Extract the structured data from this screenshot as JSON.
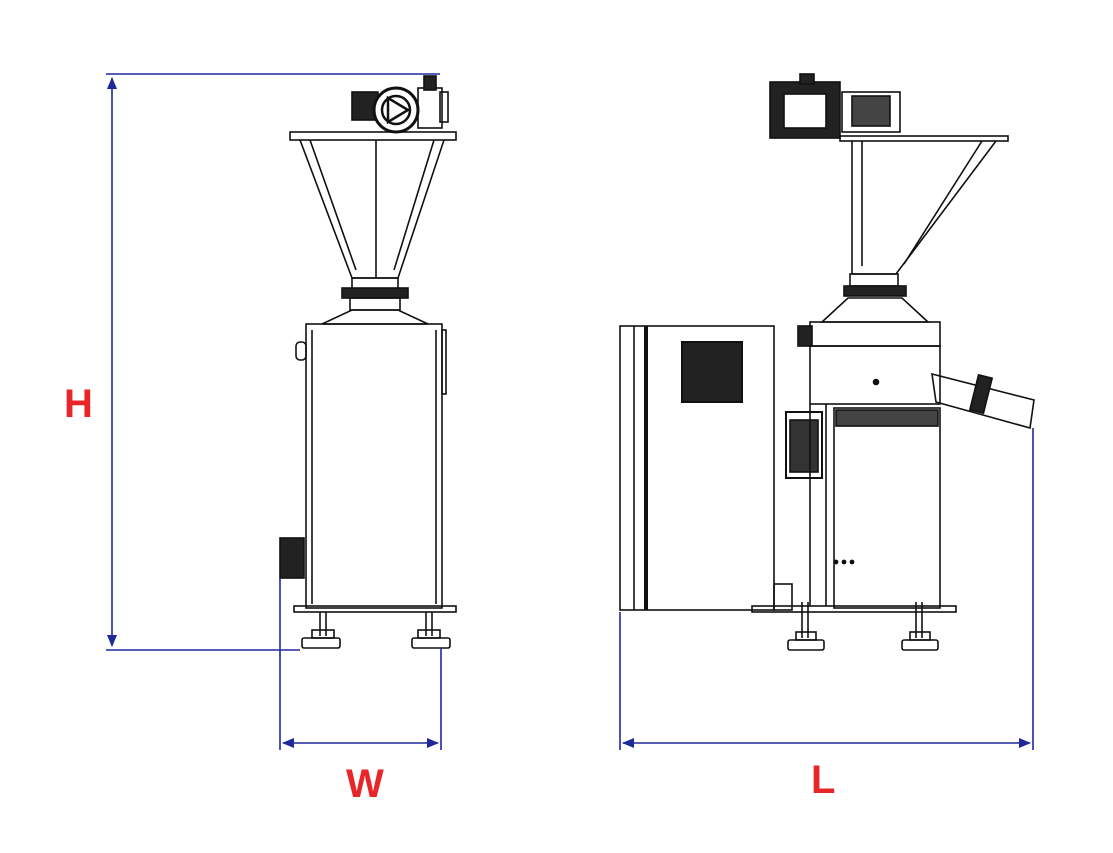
{
  "labels": {
    "height": "H",
    "width": "W",
    "length": "L"
  },
  "colors": {
    "dimension_line": "#1e2a9a",
    "label": "#e8262a",
    "outline": "#111111"
  }
}
